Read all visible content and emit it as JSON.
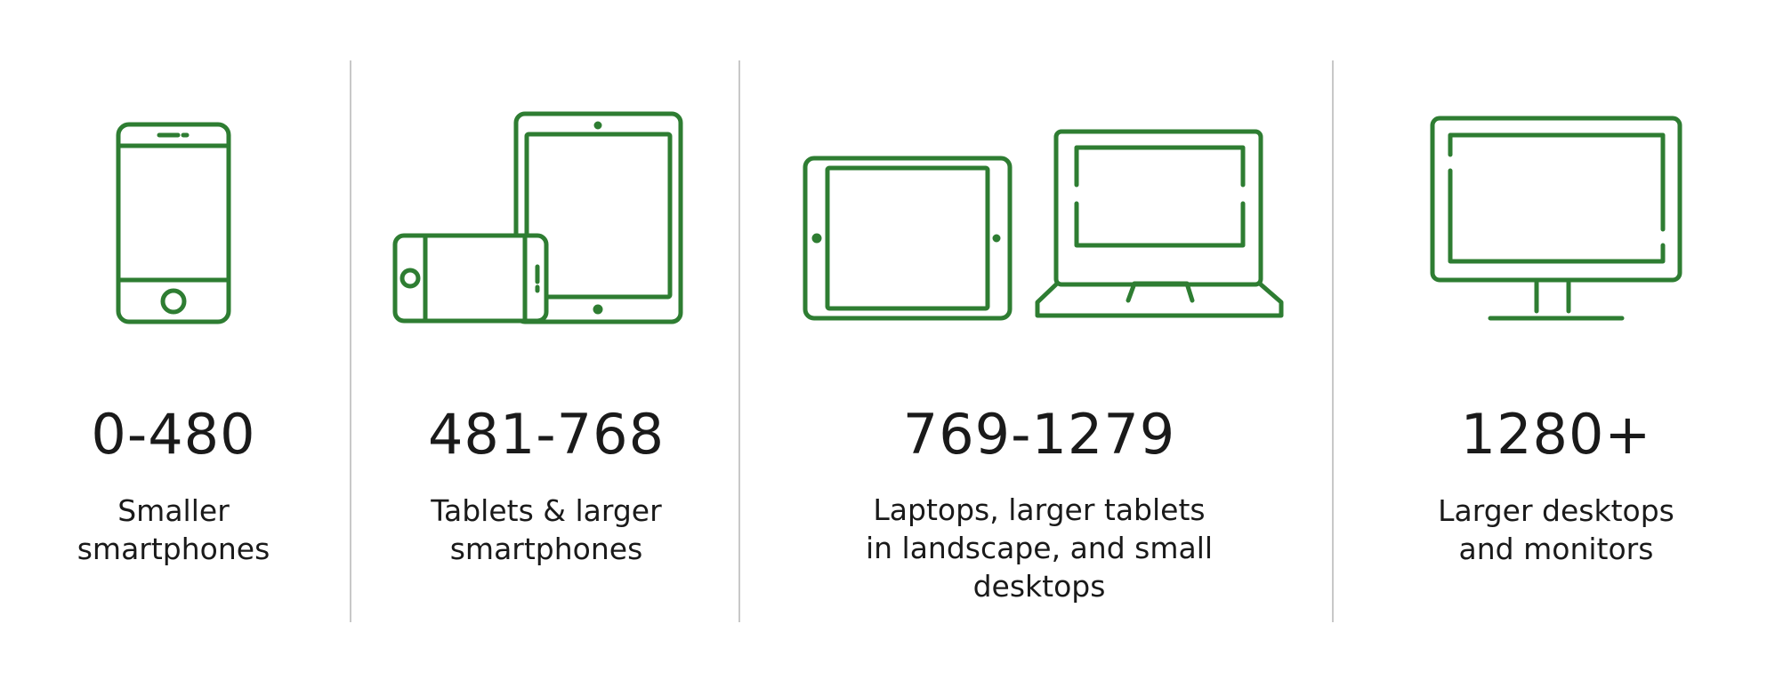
{
  "theme": {
    "accent": "#2e7d32",
    "divider": "#c8c8c8",
    "text": "#1a1a1a"
  },
  "columns": [
    {
      "icon": "smartphone-portrait-icon",
      "range": "0-480",
      "caption": "Smaller\nsmartphones"
    },
    {
      "icon": "tablet-and-phone-icon",
      "range": "481-768",
      "caption": "Tablets & larger\nsmartphones"
    },
    {
      "icon": "tablet-and-laptop-icon",
      "range": "769-1279",
      "caption": "Laptops, larger tablets\nin landscape, and small\ndesktops"
    },
    {
      "icon": "desktop-monitor-icon",
      "range": "1280+",
      "caption": "Larger desktops\nand monitors"
    }
  ]
}
